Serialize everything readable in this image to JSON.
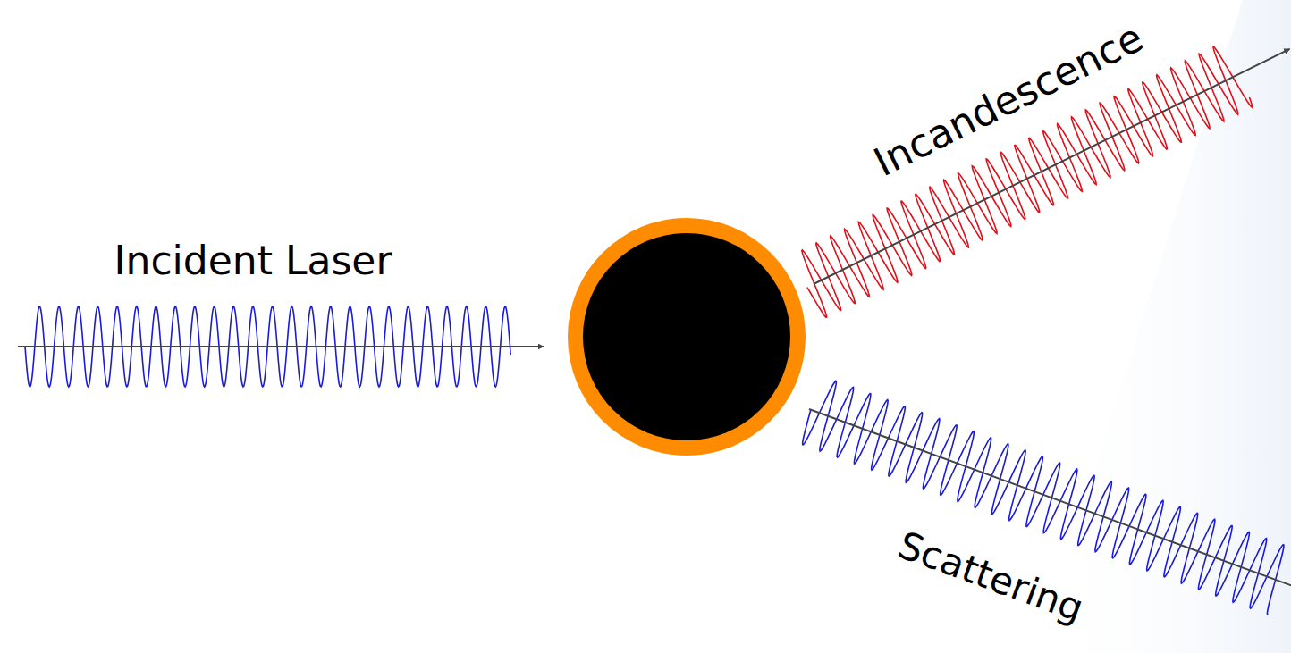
{
  "diagram": {
    "labels": [
      "Incident Laser",
      "Incandescence",
      "Scattering"
    ]
  }
}
